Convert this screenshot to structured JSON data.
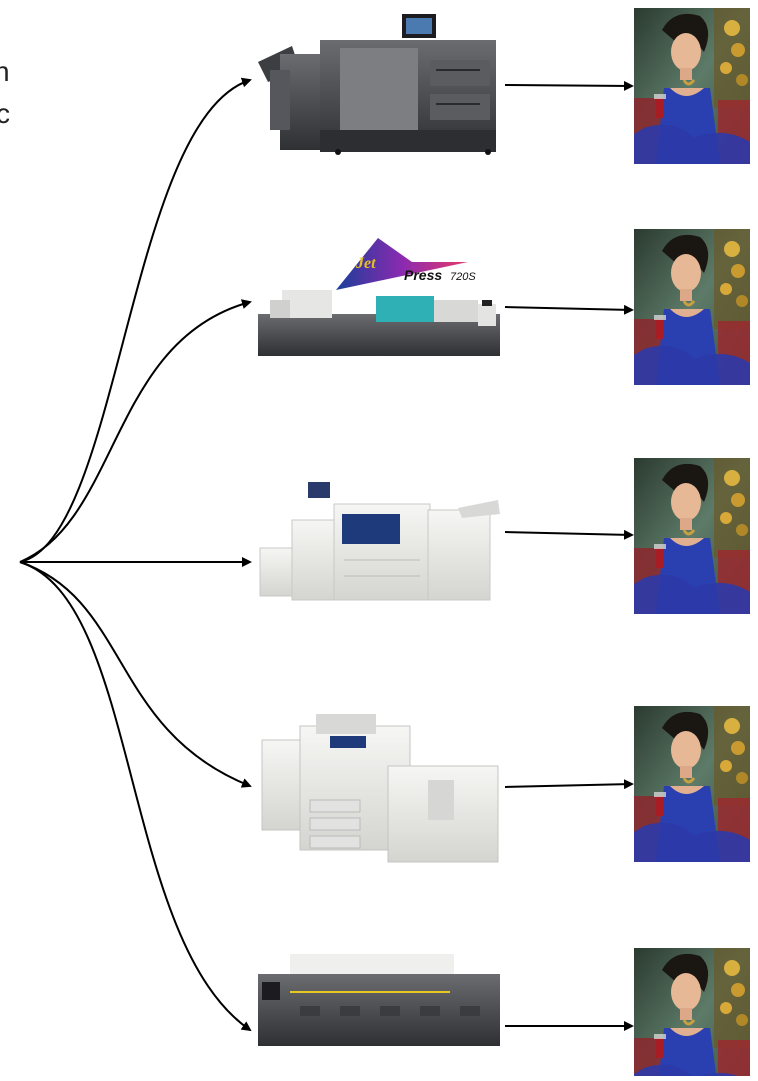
{
  "cut_text": {
    "line1": "n",
    "line2": "c"
  },
  "jetpress_logo": {
    "text_jet": "Jet",
    "text_press": "Press",
    "text_model": "720S"
  },
  "devices": [
    {
      "name": "konica-minolta-digital-press"
    },
    {
      "name": "fujifilm-jet-press-720s"
    },
    {
      "name": "xerox-color-press"
    },
    {
      "name": "white-production-printer"
    },
    {
      "name": "long-inkjet-production-press"
    }
  ],
  "colors": {
    "arrow": "#000000",
    "dark_printer": "#4a4c50",
    "light_printer": "#e8e8e6",
    "teal_module": "#2fb0b5",
    "xerox_blue": "#1f3a7a",
    "photo_bg": "#4a6a5a",
    "dress_blue": "#2a3fb0"
  },
  "output_count": 5
}
